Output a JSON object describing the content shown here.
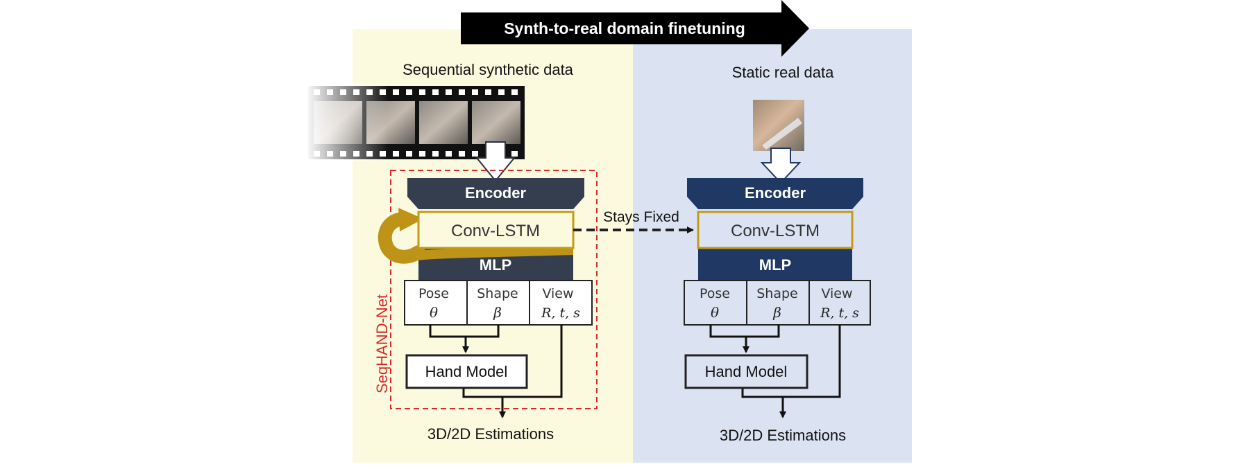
{
  "banner": {
    "text": "Synth-to-real domain finetuning"
  },
  "left_panel": {
    "title": "Sequential synthetic data",
    "network_label": "SeqHAND-Net",
    "encoder": "Encoder",
    "lstm": "Conv-LSTM",
    "mlp": "MLP",
    "outputs": [
      {
        "name": "Pose",
        "symbol": "θ"
      },
      {
        "name": "Shape",
        "symbol": "β"
      },
      {
        "name": "View",
        "symbol": "R, t, s"
      }
    ],
    "hand_model": "Hand Model",
    "estimations": "3D/2D Estimations"
  },
  "right_panel": {
    "title": "Static real data",
    "encoder": "Encoder",
    "lstm": "Conv-LSTM",
    "mlp": "MLP",
    "outputs": [
      {
        "name": "Pose",
        "symbol": "θ"
      },
      {
        "name": "Shape",
        "symbol": "β"
      },
      {
        "name": "View",
        "symbol": "R, t, s"
      }
    ],
    "hand_model": "Hand Model",
    "estimations": "3D/2D Estimations"
  },
  "link_label": "Stays Fixed",
  "colors": {
    "left_bg": "#fbfadf",
    "right_bg": "#dbe3f3",
    "left_block": "#343e4e",
    "right_block": "#1f3864",
    "lstm_border": "#c49a18",
    "seqhand_red": "#d82a2a",
    "recurrent_arrow": "#bd9318"
  }
}
